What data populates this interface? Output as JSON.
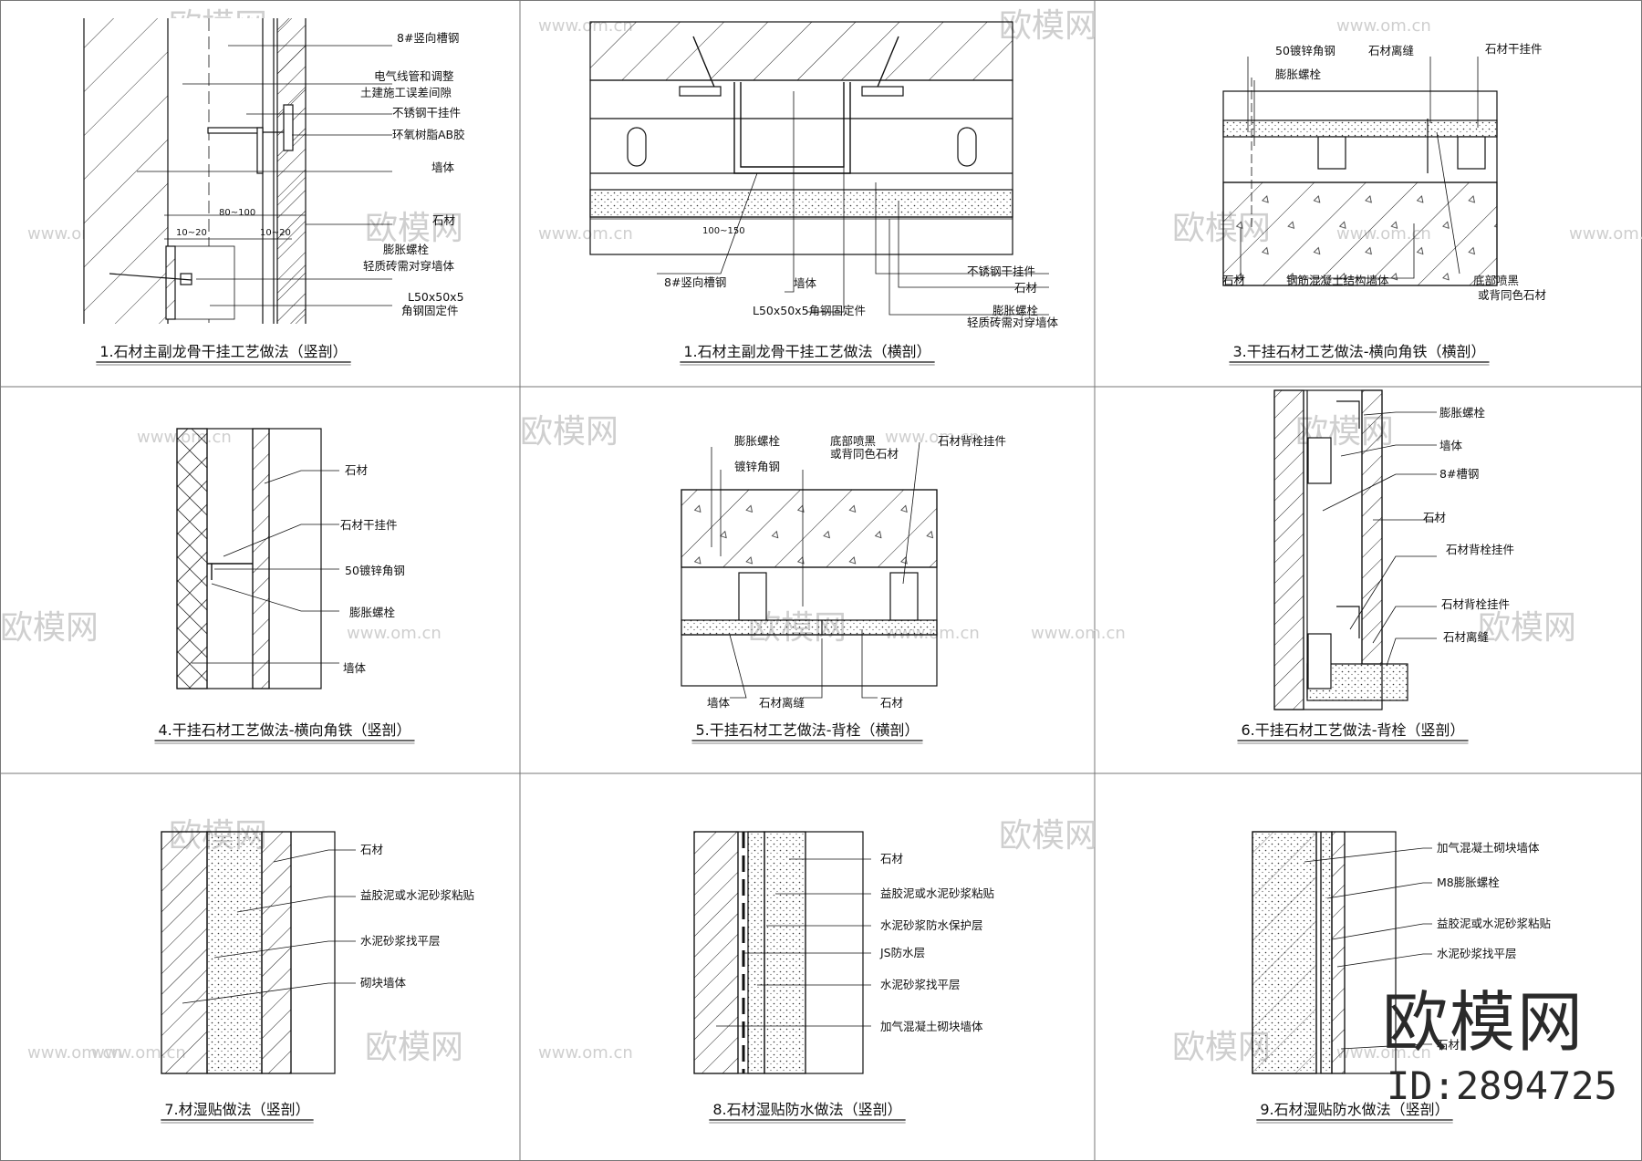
{
  "watermark": {
    "site": "www.om.cn",
    "brand": "欧模网"
  },
  "branding": {
    "logo": "欧模网",
    "id": "ID:2894725"
  },
  "panels": [
    {
      "caption": "1.石材主副龙骨干挂工艺做法（竖剖）",
      "labels": [
        "8#竖向槽钢",
        "电气线管和调整",
        "土建施工误差间隙",
        "不锈钢干挂件",
        "环氧树脂AB胶",
        "墙体",
        "石材",
        "膨胀螺栓",
        "轻质砖需对穿墙体",
        "L50x50x5",
        "角钢固定件"
      ],
      "dims": [
        "80~100",
        "10~20",
        "10~20"
      ]
    },
    {
      "caption": "1.石材主副龙骨干挂工艺做法（横剖）",
      "labels": [
        "8#竖向槽钢",
        "墙体",
        "L50x50x5角钢固定件",
        "不锈钢干挂件",
        "石材",
        "膨胀螺栓",
        "轻质砖需对穿墙体"
      ],
      "dims": [
        "100~150"
      ]
    },
    {
      "caption": "3.干挂石材工艺做法-横向角铁（横剖）",
      "labels": [
        "50镀锌角钢",
        "膨胀螺栓",
        "石材离缝",
        "石材干挂件",
        "石材",
        "钢筋混凝土结构墙体",
        "底部喷黑",
        "或背同色石材"
      ]
    },
    {
      "caption": "4.干挂石材工艺做法-横向角铁（竖剖）",
      "labels": [
        "石材",
        "石材干挂件",
        "50镀锌角钢",
        "膨胀螺栓",
        "墙体"
      ]
    },
    {
      "caption": "5.干挂石材工艺做法-背栓（横剖）",
      "labels": [
        "膨胀螺栓",
        "镀锌角钢",
        "底部喷黑",
        "或背同色石材",
        "石材背栓挂件",
        "墙体",
        "石材离缝",
        "石材"
      ]
    },
    {
      "caption": "6.干挂石材工艺做法-背栓（竖剖）",
      "labels": [
        "膨胀螺栓",
        "墙体",
        "8#槽钢",
        "石材",
        "石材背栓挂件",
        "石材背栓挂件",
        "石材离缝"
      ]
    },
    {
      "caption": "7.材湿贴做法（竖剖）",
      "labels": [
        "石材",
        "益胶泥或水泥砂浆粘贴",
        "水泥砂浆找平层",
        "砌块墙体"
      ]
    },
    {
      "caption": "8.石材湿贴防水做法（竖剖）",
      "labels": [
        "石材",
        "益胶泥或水泥砂浆粘贴",
        "水泥砂浆防水保护层",
        "JS防水层",
        "水泥砂浆找平层",
        "加气混凝土砌块墙体"
      ]
    },
    {
      "caption": "9.石材湿贴防水做法（竖剖）",
      "labels": [
        "加气混凝土砌块墙体",
        "M8膨胀螺栓",
        "益胶泥或水泥砂浆粘贴",
        "水泥砂浆找平层",
        "石材"
      ]
    }
  ]
}
